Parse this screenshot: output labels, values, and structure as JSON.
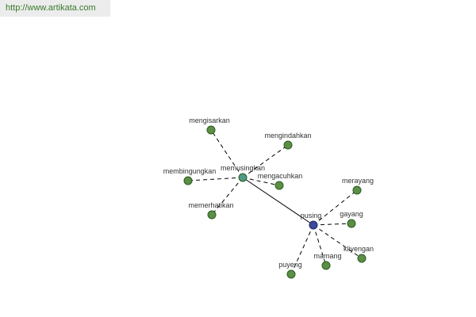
{
  "banner": {
    "url_text": "http://www.artikata.com"
  },
  "colors": {
    "leaf_fill": "#5a8f45",
    "leaf_stroke": "#2d5a22",
    "hub_fill": "#4e9a83",
    "root_fill": "#3c4a9a",
    "root_stroke": "#1f2760",
    "edge": "#000000",
    "label": "#333333"
  },
  "graph": {
    "nodes": [
      {
        "id": "pusing",
        "label": "pusing",
        "kind": "root"
      },
      {
        "id": "memusingkan",
        "label": "memusingkan",
        "kind": "hub"
      },
      {
        "id": "mengisarkan",
        "label": "mengisarkan",
        "kind": "leaf"
      },
      {
        "id": "mengindahkan",
        "label": "mengindahkan",
        "kind": "leaf"
      },
      {
        "id": "membingungkan",
        "label": "membingungkan",
        "kind": "leaf"
      },
      {
        "id": "mengacuhkan",
        "label": "mengacuhkan",
        "kind": "leaf"
      },
      {
        "id": "memerhatikan",
        "label": "memerhatikan",
        "kind": "leaf"
      },
      {
        "id": "merayang",
        "label": "merayang",
        "kind": "leaf"
      },
      {
        "id": "gayang",
        "label": "gayang",
        "kind": "leaf"
      },
      {
        "id": "kliyengan",
        "label": "kliyengan",
        "kind": "leaf"
      },
      {
        "id": "mamang",
        "label": "mamang",
        "kind": "leaf"
      },
      {
        "id": "puyeng",
        "label": "puyeng",
        "kind": "leaf"
      }
    ],
    "edges": [
      {
        "from": "memusingkan",
        "to": "pusing",
        "style": "solid"
      },
      {
        "from": "memusingkan",
        "to": "mengisarkan",
        "style": "dashed"
      },
      {
        "from": "memusingkan",
        "to": "mengindahkan",
        "style": "dashed"
      },
      {
        "from": "memusingkan",
        "to": "membingungkan",
        "style": "dashed"
      },
      {
        "from": "memusingkan",
        "to": "mengacuhkan",
        "style": "dashed"
      },
      {
        "from": "memusingkan",
        "to": "memerhatikan",
        "style": "dashed"
      },
      {
        "from": "pusing",
        "to": "merayang",
        "style": "dashed"
      },
      {
        "from": "pusing",
        "to": "gayang",
        "style": "dashed"
      },
      {
        "from": "pusing",
        "to": "kliyengan",
        "style": "dashed"
      },
      {
        "from": "pusing",
        "to": "mamang",
        "style": "dashed"
      },
      {
        "from": "pusing",
        "to": "puyeng",
        "style": "dashed"
      }
    ]
  }
}
